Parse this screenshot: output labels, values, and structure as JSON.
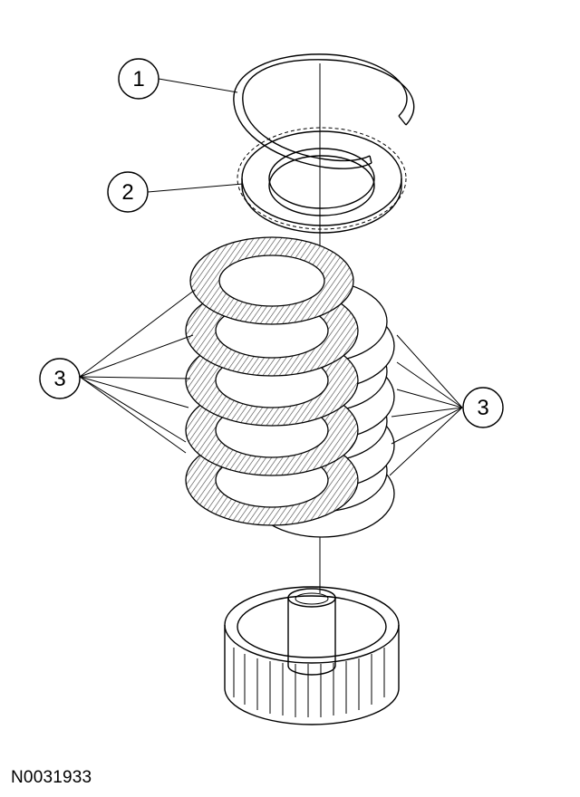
{
  "callouts": [
    {
      "id": "callout-1",
      "label": "1"
    },
    {
      "id": "callout-2",
      "label": "2"
    },
    {
      "id": "callout-3-left",
      "label": "3"
    },
    {
      "id": "callout-3-right",
      "label": "3"
    }
  ],
  "figure_id": "N0031933"
}
